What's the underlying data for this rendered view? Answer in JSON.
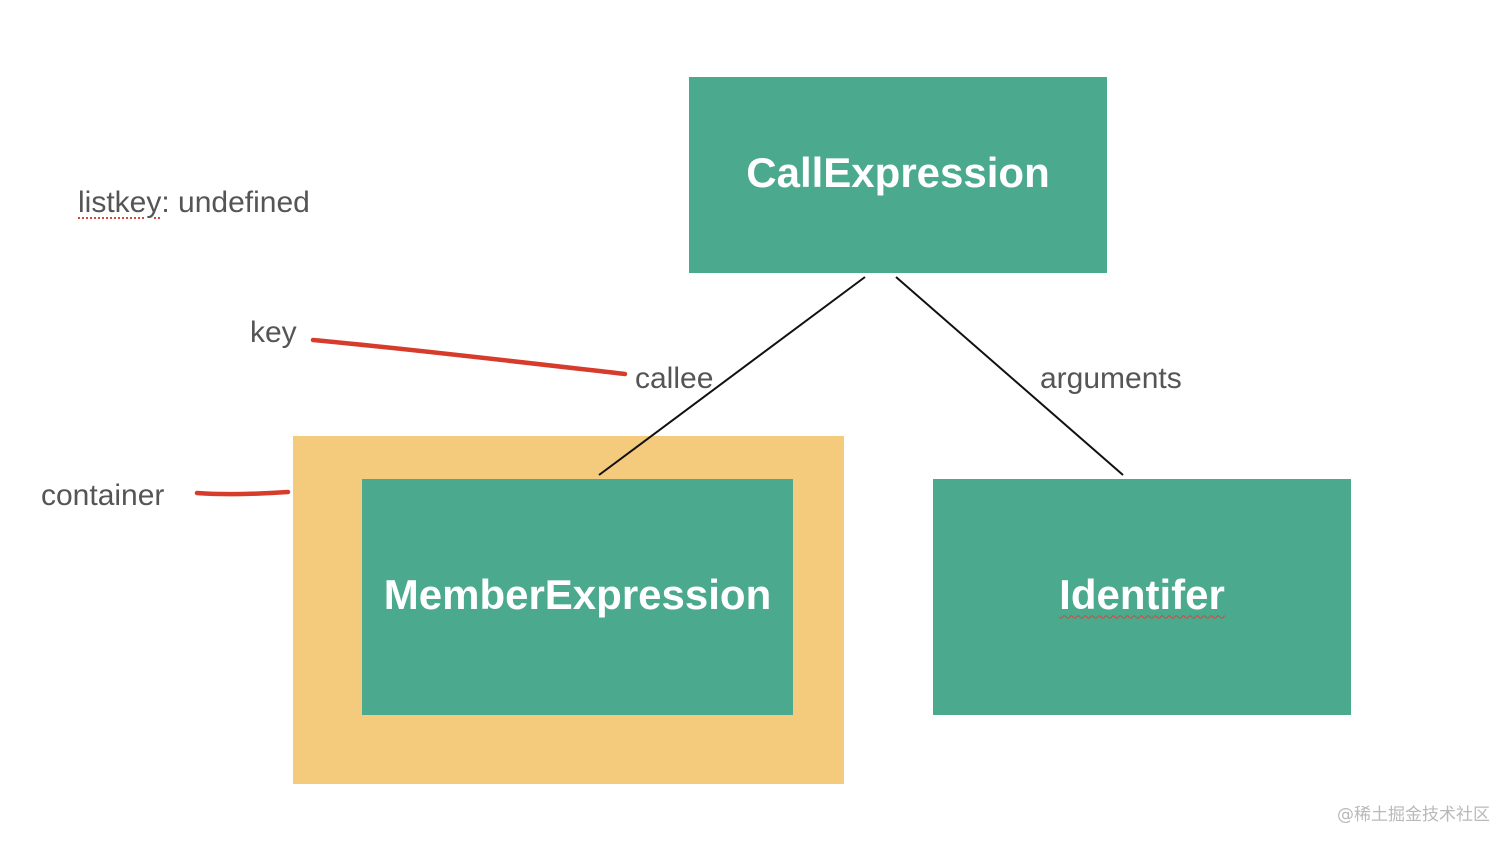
{
  "nodes": {
    "call_expression": "CallExpression",
    "member_expression": "MemberExpression",
    "identifier": "Identifer"
  },
  "labels": {
    "listkey_name": "listkey",
    "listkey_rest": ": undefined",
    "key": "key",
    "callee": "callee",
    "arguments": "arguments",
    "container": "container"
  },
  "watermark": "@稀土掘金技术社区",
  "colors": {
    "node_fill": "#4ba98d",
    "container_fill": "#f4cb7c",
    "annotation_stroke": "#d63b2b",
    "edge_stroke": "#111111",
    "label_text": "#555555"
  }
}
